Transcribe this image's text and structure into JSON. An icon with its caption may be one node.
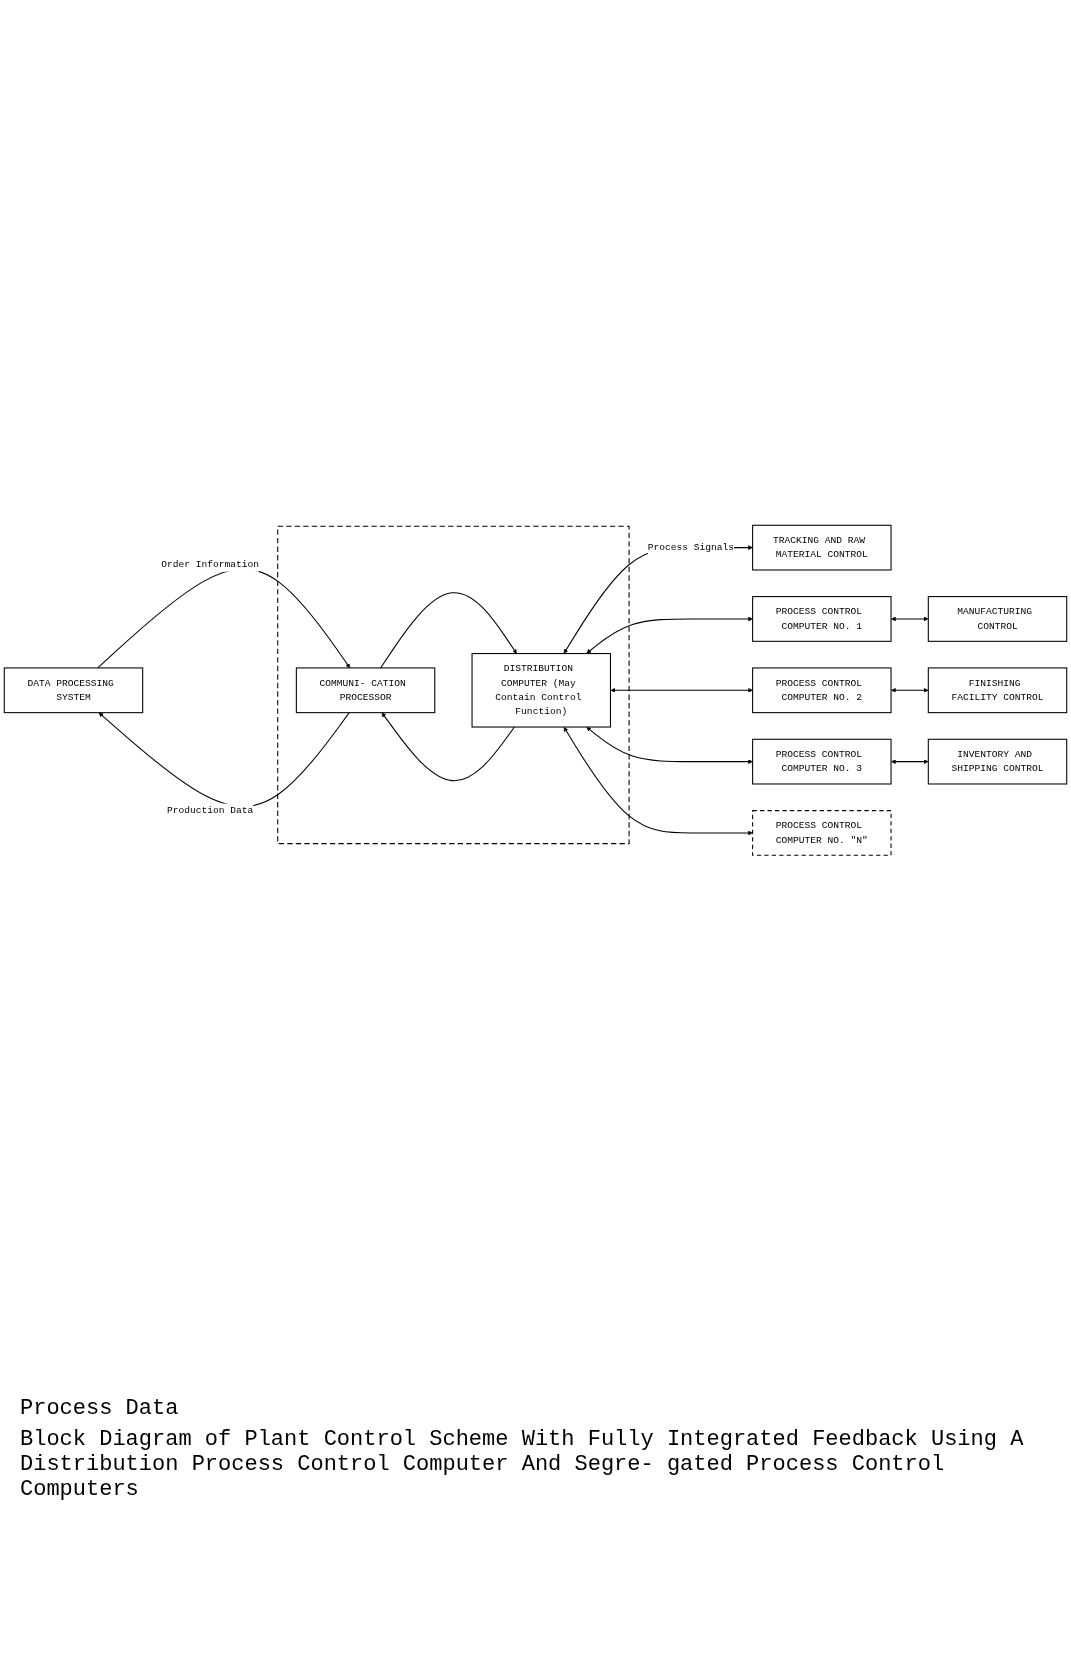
{
  "diagram": {
    "caption": "Block Diagram of Plant Control Scheme With Fully Integrated Feedback Using A Distribution Process Control Computer And Segre- gated Process Control Computers",
    "nodes": [
      {
        "text": [
          "DATA PROCESSING SYSTEM"
        ]
      },
      {
        "text": [],
        "shape": "box"
      },
      {
        "text": [
          "COMMUNI- CATION PROCESSOR"
        ],
        "in": 1
      },
      {
        "text": [
          "DISTRIBUTION COMPUTER (May Contain Control Function)"
        ],
        "in": 1
      },
      {
        "text": [
          "TRACKING AND RAW MATERIAL CONTROL"
        ]
      },
      {
        "text": [
          "MANUFACTURING CONTROL"
        ]
      },
      {
        "text": [
          "PROCESS CONTROL COMPUTER NO. 1"
        ]
      },
      {
        "text": [
          "FINISHING FACILITY CONTROL"
        ]
      },
      {
        "text": [
          "PROCESS CONTROL COMPUTER NO. 2"
        ]
      },
      {
        "text": [
          "INVENTORY AND SHIPPING CONTROL"
        ]
      },
      {
        "text": [
          "PROCESS CONTROL COMPUTER NO. 3"
        ]
      },
      {
        "text": [
          "PROCESS CONTROL COMPUTER NO. \"N\""
        ]
      }
    ],
    "edges": [
      {
        "from": 0,
        "to": 2,
        "arrow": "to",
        "label": "Order Information"
      },
      {
        "from": 2,
        "to": 0,
        "arrow": "to",
        "label": "Production Data"
      },
      {
        "from": 3,
        "to": 2,
        "arrow": "to"
      },
      {
        "from": 2,
        "to": 3,
        "arrow": "to"
      },
      {
        "from": 4,
        "to": 3,
        "arrow": "both",
        "label": "Process Signals"
      },
      {
        "from": 6,
        "to": 3,
        "arrow": "both"
      },
      {
        "from": 8,
        "to": 3,
        "arrow": "both"
      },
      {
        "from": 10,
        "to": 3,
        "arrow": "both"
      },
      {
        "from": 11,
        "to": 3,
        "arrow": "both"
      },
      {
        "from": 5,
        "to": 6,
        "arrow": "both"
      },
      {
        "from": 7,
        "to": 8,
        "arrow": "both"
      },
      {
        "from": 9,
        "to": 10,
        "arrow": "both"
      }
    ],
    "labels": [
      "Process Data"
    ]
  }
}
